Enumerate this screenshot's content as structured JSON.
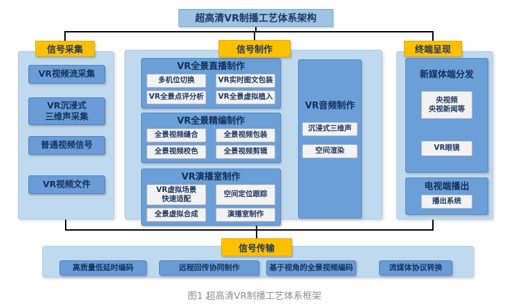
{
  "title": "超高清VR制播工艺体系架构",
  "caption": "图1 超高清VR制播工艺体系框架",
  "colors": {
    "header_orange": "#FFC000",
    "container_light_blue": "#BFD9EF",
    "box_mid_blue": "#6B9FD8",
    "title_blue": "#9DC3E6",
    "item_white": "#F2F2F2",
    "text_dark_navy": "#1F3864",
    "connector_black": "#000000"
  },
  "capture": {
    "header": "信号采集",
    "items": [
      "VR视频流采集",
      "VR沉浸式\n三维声采集",
      "普通视频信号",
      "VR视频文件"
    ]
  },
  "production": {
    "header": "信号制作",
    "groups": [
      {
        "title": "VR全景直播制作",
        "items": [
          "多机位切换",
          "VR实时图文包装",
          "VR全景点评分析",
          "VR全景虚拟植入"
        ]
      },
      {
        "title": "VR全景精编制作",
        "items": [
          "全景视频缝合",
          "全景视频包装",
          "全景视频校色",
          "全景视频剪辑"
        ]
      },
      {
        "title": "VR演播室制作",
        "items": [
          "VR虚拟场景\n快速适配",
          "空间定位跟踪",
          "全景虚拟合成",
          "演播室制作"
        ]
      }
    ],
    "audio": {
      "title": "VR音频制作",
      "items": [
        "沉浸式三维声",
        "空间渲染"
      ]
    }
  },
  "terminal": {
    "header": "终端呈现",
    "new_media": {
      "title": "新媒体端分发",
      "items": [
        "央视频\n央视新闻等",
        "VR眼镜"
      ]
    },
    "tv": {
      "title": "电视端播出",
      "items": [
        "播出系统"
      ]
    }
  },
  "transmission": {
    "header": "信号传输",
    "items": [
      "高质量低延时编码",
      "远程回传协同制作",
      "基于视角的全景视频编码",
      "流媒体协议转换"
    ]
  }
}
